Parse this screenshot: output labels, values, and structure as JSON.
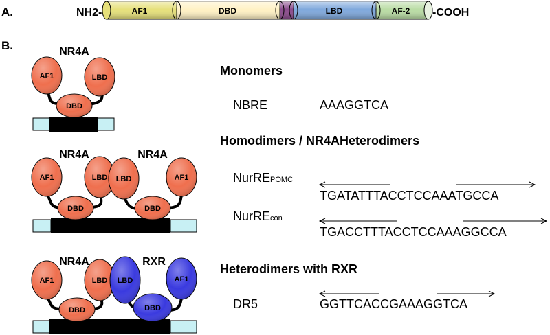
{
  "panel_a": {
    "letter": "A.",
    "n_term": "NH2-",
    "c_term": "-COOH",
    "domains": [
      {
        "label": "AF1",
        "color": "#e6e07a"
      },
      {
        "label": "DBD",
        "color": "#fff1c4"
      },
      {
        "label": "",
        "color": "#8a4a8c"
      },
      {
        "label": "LBD",
        "color": "#7fa8dc"
      },
      {
        "label": "AF-2",
        "color": "#b9dca4"
      }
    ],
    "end_cap_color": "#e8f2e0"
  },
  "panel_b": {
    "letter": "B.",
    "colors": {
      "nr4a": "#ef6f4e",
      "rxr": "#3a3adf",
      "dna_end": "#c8f0f4"
    },
    "diagrams": [
      {
        "receptors": [
          "NR4A"
        ],
        "blobs": {
          "af1": "AF1",
          "lbd": "LBD",
          "dbd": "DBD"
        }
      },
      {
        "receptors": [
          "NR4A",
          "NR4A"
        ],
        "blobs": {
          "af1": "AF1",
          "lbd": "LBD",
          "dbd": "DBD"
        }
      },
      {
        "receptors": [
          "NR4A",
          "RXR"
        ],
        "blobs": {
          "af1": "AF1",
          "lbd": "LBD",
          "dbd": "DBD"
        }
      }
    ],
    "sections": [
      {
        "title": "Monomers",
        "elements": [
          {
            "name": "NBRE",
            "sub": "",
            "sequence": "AAAGGTCA"
          }
        ]
      },
      {
        "title": "Homodimers / NR4AHeterodimers",
        "elements": [
          {
            "name": "NurRE",
            "sub": "POMC",
            "sequence": "TGATATTTACCTCCAAATGCCA"
          },
          {
            "name": "NurRE",
            "sub": "con",
            "sequence": "TGACCTTTACCTCCAAAGGCCA"
          }
        ]
      },
      {
        "title": "Heterodimers with RXR",
        "elements": [
          {
            "name": "DR5",
            "sub": "",
            "sequence": "GGTTCACCGAAAGGTCA"
          }
        ]
      }
    ]
  }
}
